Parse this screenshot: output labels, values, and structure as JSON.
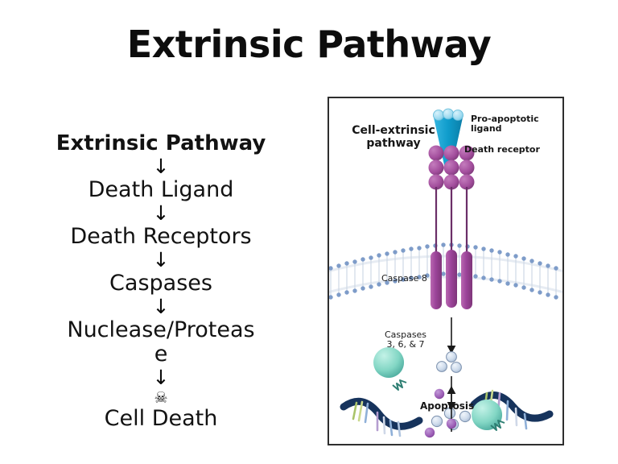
{
  "slide": {
    "title": "Extrinsic Pathway",
    "background_color": "#ffffff"
  },
  "pathway_list": {
    "steps": [
      {
        "label": "Extrinsic Pathway",
        "bold": true
      },
      {
        "label": "Death Ligand",
        "bold": false
      },
      {
        "label": "Death Receptors",
        "bold": false
      },
      {
        "label": "Caspases",
        "bold": false
      },
      {
        "label": "Nuclease/Protease",
        "bold": false
      },
      {
        "label": "Cell Death",
        "bold": false
      }
    ],
    "arrow_glyph": "↓",
    "skull_glyph": "☠"
  },
  "figure": {
    "border_color": "#2e2e2e",
    "labels": {
      "cell_extrinsic": "Cell-extrinsic\npathway",
      "pro_apoptotic_ligand": "Pro-apoptotic ligand",
      "death_receptor": "Death receptor",
      "caspase_8": "Caspase 8",
      "caspases_3_6_7": "Caspases\n3, 6, & 7",
      "apoptosis": "Apoptosis"
    },
    "colors": {
      "ligand_cyan": "#1ba3d3",
      "ligand_cap": "#8fd3ef",
      "receptor_magenta": "#a84fa0",
      "receptor_magenta_dark": "#8d3f88",
      "membrane_head": "#7e9cc9",
      "membrane_tail": "#ffffff",
      "caspase_blue": "#c3d3e6",
      "caspase_blue_edge": "#6f86a5",
      "dna_navy": "#16335c",
      "cell_teal": "#77d1c0",
      "apoptosis_dot_purple": "#9b5fb5",
      "arrow_black": "#1a1a1a"
    }
  }
}
